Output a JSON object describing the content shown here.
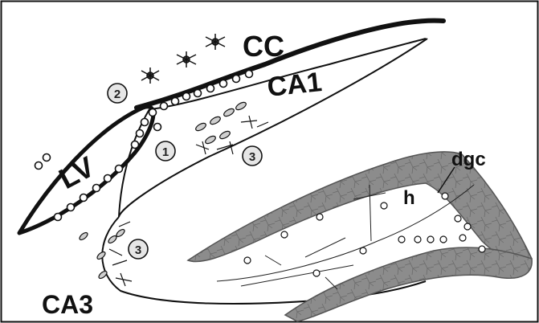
{
  "labels": {
    "cc": "CC",
    "ca1": "CA1",
    "lv": "LV",
    "ca3": "CA3",
    "dgc": "dgc",
    "h": "h"
  },
  "markers": {
    "m1": "1",
    "m2": "2",
    "m3a": "3",
    "m3b": "3"
  },
  "colors": {
    "background": "#ffffff",
    "outline": "#111111",
    "dentate_fill": "#8f8f8f",
    "cell_fill": "#cfcfcf",
    "marker_fill": "#e6e6e6"
  }
}
